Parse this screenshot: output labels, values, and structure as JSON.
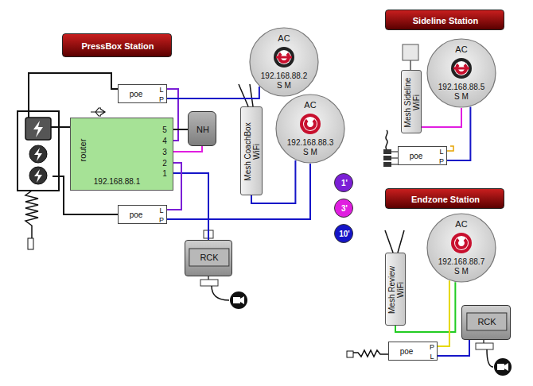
{
  "diagram": {
    "nodes": [
      {
        "text": [
          "PressBox Station"
        ]
      },
      {
        "text": [
          "poe",
          "L",
          "P"
        ]
      },
      {
        "text": [
          "router",
          "5",
          "4",
          "3",
          "2",
          "1",
          "192.168.88.1"
        ]
      },
      {
        "text": [
          "NH"
        ]
      },
      {
        "text": [
          "AC",
          "192.168.88.2",
          "S M"
        ]
      },
      {
        "text": [
          "Mesh CoachBox WiFi"
        ]
      },
      {
        "text": [
          "AC",
          "192.168.88.3",
          "S M"
        ]
      },
      {
        "text": [
          "poe",
          "L",
          "P"
        ]
      },
      {
        "text": [
          "RCK"
        ]
      },
      {
        "text": [
          "Sideline Station"
        ]
      },
      {
        "text": [
          "Mesh Sideline WiFi"
        ]
      },
      {
        "text": [
          "AC",
          "192.168.88.5",
          "S M"
        ]
      },
      {
        "text": [
          "poe",
          "L",
          "P"
        ]
      },
      {
        "text": [
          "Endzone Station"
        ]
      },
      {
        "text": [
          "Mesh Review WiFi"
        ]
      },
      {
        "text": [
          "AC",
          "192.168.88.7",
          "S M"
        ]
      },
      {
        "text": [
          "RCK"
        ]
      },
      {
        "text": [
          "poe",
          "P",
          "L"
        ]
      }
    ],
    "edges": [
      {
        "from": 1,
        "to": 2,
        "arrow": "none"
      },
      {
        "from": 1,
        "to": 4,
        "arrow": "none"
      },
      {
        "from": 2,
        "to": 3,
        "arrow": "none"
      },
      {
        "from": 2,
        "to": 3,
        "arrow": "none"
      },
      {
        "from": 2,
        "to": 8,
        "arrow": "none"
      },
      {
        "from": 2,
        "to": 7,
        "arrow": "none"
      },
      {
        "from": 7,
        "to": 6,
        "arrow": "none"
      },
      {
        "from": 5,
        "to": 6,
        "arrow": "none"
      },
      {
        "from": 10,
        "to": 11,
        "arrow": "none"
      },
      {
        "from": 12,
        "to": 11,
        "arrow": "none"
      },
      {
        "from": 14,
        "to": 15,
        "arrow": "none"
      },
      {
        "from": 17,
        "to": 15,
        "arrow": "none"
      },
      {
        "from": 17,
        "to": 16,
        "arrow": "none"
      }
    ],
    "legend": [
      {
        "text": "1'",
        "color": "#7b1fd6"
      },
      {
        "text": "3'",
        "color": "#e01ee0"
      },
      {
        "text": "10'",
        "color": "#1515c8"
      }
    ]
  }
}
